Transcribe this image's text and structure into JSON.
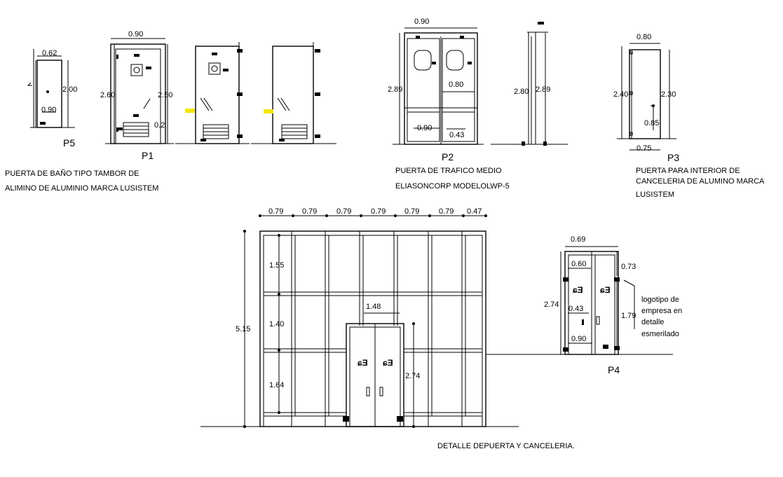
{
  "doors": {
    "p5": {
      "tag": "P5",
      "dims": [
        "0.62",
        "2.00",
        "0.90"
      ]
    },
    "p1": {
      "tag": "P1",
      "dims": [
        "0.90",
        "2.60",
        "2.50",
        "0.2"
      ]
    },
    "p2": {
      "tag": "P2",
      "dims": [
        "0.90",
        "2.89",
        "0.80",
        "0.90",
        "0.43",
        "2.80",
        "2.89"
      ]
    },
    "p3": {
      "tag": "P3",
      "dims": [
        "0.80",
        "2.40",
        "2.30",
        "0.85",
        "0.75"
      ]
    },
    "p4": {
      "tag": "P4",
      "dims": [
        "0.69",
        "0.60",
        "0.73",
        "2.74",
        "1.79",
        "0.43",
        "0.90"
      ],
      "note": [
        "logotipo de",
        "empresa en",
        "detalle",
        "esmerilado"
      ]
    }
  },
  "captions": {
    "p1": [
      "PUERTA DE BAÑO TIPO TAMBOR DE",
      "ALIMINO DE ALUMINIO MARCA LUSISTEM"
    ],
    "p2": [
      "PUERTA DE TRAFICO MEDIO",
      "ELIASONCORP MODELOLWP-5"
    ],
    "p3": [
      "PUERTA PARA INTERIOR DE",
      "CANCELERIA  DE ALUMINO  MARCA",
      "LUSISTEM"
    ],
    "main": "DETALLE DEPUERTA Y CANCELERIA."
  },
  "canceleria": {
    "top_dims": [
      "0.79",
      "0.79",
      "0.79",
      "0.79",
      "0.79",
      "0.79",
      "0.47"
    ],
    "height": "5.15",
    "rows": [
      "1.55",
      "1.40",
      "1.64"
    ],
    "door_width": "1.48",
    "door_height": "2.74"
  },
  "colors": {
    "line": "#000000",
    "marker": "#f2e600"
  }
}
